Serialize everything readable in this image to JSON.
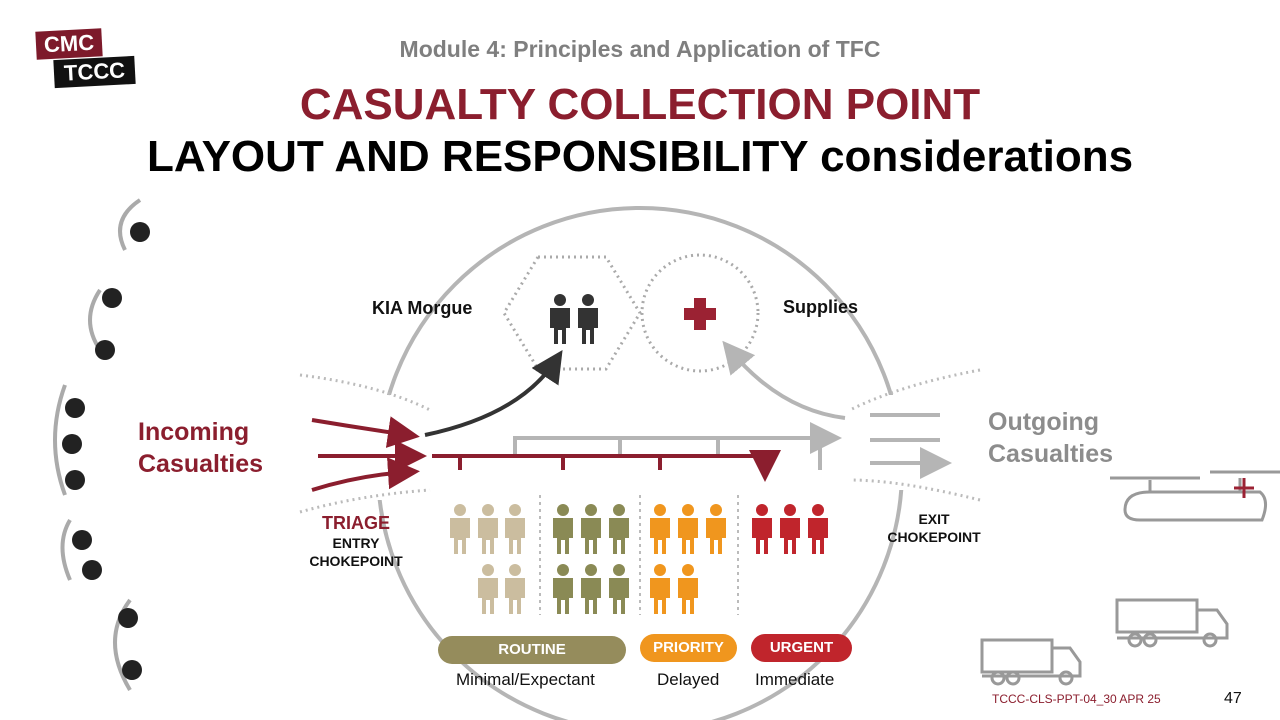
{
  "logo": {
    "line1": "CMC",
    "line2": "TCCC"
  },
  "header": {
    "subtitle": "Module 4: Principles and Application of TFC",
    "title_line1": "CASUALTY COLLECTION POINT",
    "title_line2": "LAYOUT AND RESPONSIBILITY considerations"
  },
  "diagram": {
    "kia_morgue": "KIA Morgue",
    "supplies": "Supplies",
    "incoming": "Incoming Casualties",
    "outgoing": "Outgoing Casualties",
    "triage": "TRIAGE",
    "entry": "ENTRY CHOKEPOINT",
    "exit": "EXIT CHOKEPOINT",
    "categories": [
      {
        "label": "ROUTINE",
        "caption": "Minimal/Expectant",
        "color": "#958c5c"
      },
      {
        "label": "PRIORITY",
        "caption": "Delayed",
        "color": "#f0961e"
      },
      {
        "label": "URGENT",
        "caption": "Immediate",
        "color": "#c0252c"
      }
    ],
    "colors": {
      "maroon": "#8b1e2e",
      "gray": "#b5b5b5",
      "minimal": "#cbbd9f",
      "expectant": "#8a8a55"
    }
  },
  "footer": {
    "code": "TCCC-CLS-PPT-04_30 APR 25",
    "page": "47"
  }
}
